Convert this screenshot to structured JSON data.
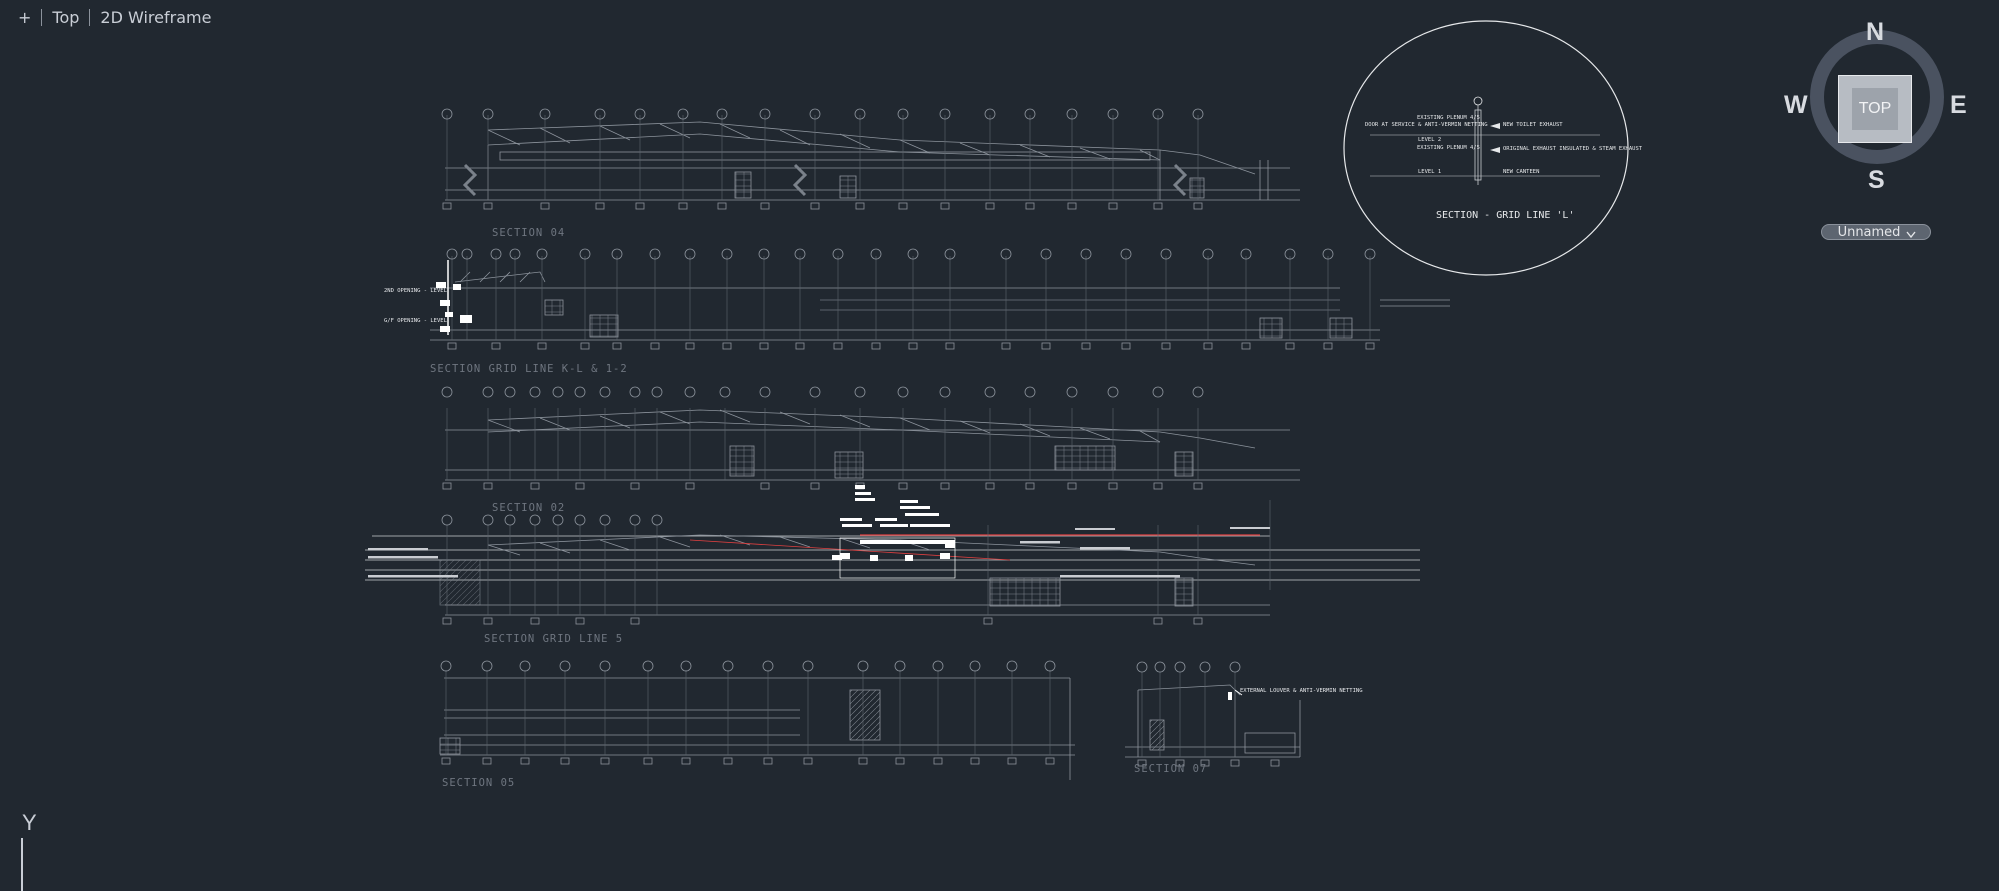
{
  "viewport": {
    "plus_label": "+",
    "view_label": "Top",
    "visual_style_label": "2D Wireframe"
  },
  "viewcube": {
    "north": "N",
    "south": "S",
    "east": "E",
    "west": "W",
    "face_label": "TOP",
    "ucs_label": "Unnamed"
  },
  "ucs_axis": {
    "y_label": "Y"
  },
  "drawing": {
    "sections": [
      {
        "title": "SECTION 04"
      },
      {
        "title": "SECTION GRID LINE K-L & 1-2"
      },
      {
        "title": "SECTION 02"
      },
      {
        "title": "SECTION GRID LINE 5"
      },
      {
        "title": "SECTION 05"
      },
      {
        "title": "SECTION 07"
      }
    ],
    "callout": {
      "title": "SECTION - GRID LINE 'L'",
      "notes": [
        "EXISTING PLENUM 4/5",
        "DOOR AT SERVICE & ANTI-VERMIN NETTING",
        "NEW TOILET EXHAUST",
        "LEVEL 2",
        "EXISTING PLENUM 4/5",
        "ORIGINAL EXHAUST INSULATED & STEAM EXHAUST",
        "LEVEL 1",
        "NEW CANTEEN"
      ]
    },
    "annotations": {
      "opening_a": "2ND OPENING - LEVEL",
      "opening_b": "G/F OPENING - LEVEL",
      "section07_note": "EXTERNAL LOUVER & ANTI-VERMIN NETTING"
    }
  }
}
